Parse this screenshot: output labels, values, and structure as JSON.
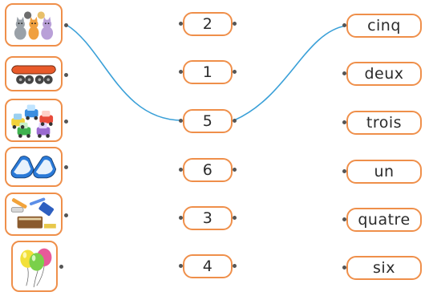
{
  "numbers": [
    "2",
    "1",
    "5",
    "6",
    "3",
    "4"
  ],
  "words": [
    "cinq",
    "deux",
    "trois",
    "un",
    "quatre",
    "six"
  ],
  "pictures": [
    "cats-icon",
    "skateboard-icon",
    "toy-cars-icon",
    "sneakers-icon",
    "school-supplies-icon",
    "balloons-icon"
  ],
  "colors": {
    "border": "#ef8f4a",
    "line": "#3aa0d8",
    "dot": "#555555"
  }
}
